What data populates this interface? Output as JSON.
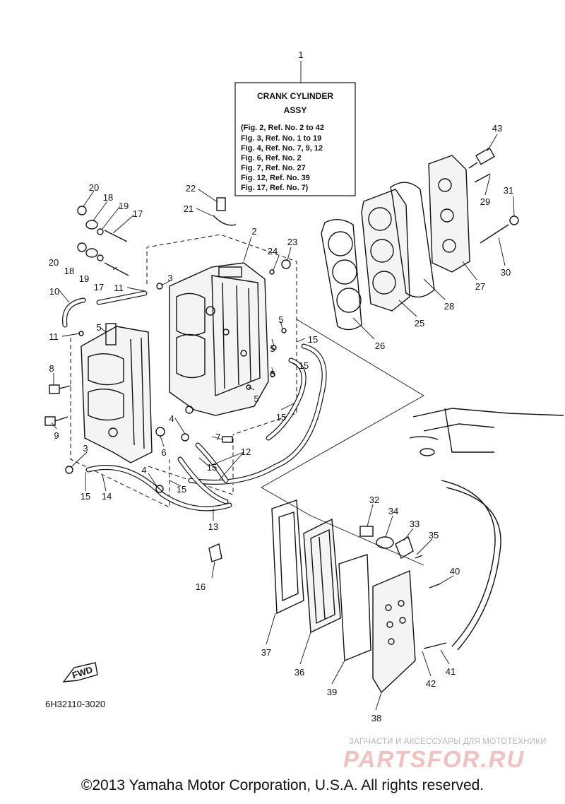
{
  "info_box": {
    "ref": "1",
    "title_line1": "CRANK CYLINDER",
    "title_line2": "ASSY",
    "lines": [
      "(Fig. 2, Ref. No. 2 to 42",
      "Fig. 3, Ref. No. 1 to 19",
      "Fig. 4, Ref. No. 7, 9, 12",
      "Fig. 6, Ref. No. 2",
      "Fig. 7, Ref. No. 27",
      "Fig. 12, Ref. No. 39",
      "Fig. 17, Ref. No. 7)"
    ]
  },
  "callouts": {
    "c43": "43",
    "c31": "31",
    "c29": "29",
    "c30": "30",
    "c27": "27",
    "c28": "28",
    "c25": "25",
    "c26": "26",
    "c22": "22",
    "c21": "21",
    "c2": "2",
    "c23": "23",
    "c24": "24",
    "c20a": "20",
    "c18a": "18",
    "c19a": "19",
    "c17a": "17",
    "c20b": "20",
    "c18b": "18",
    "c19b": "19",
    "c17b": "17",
    "c3a": "3",
    "c11a": "11",
    "c10": "10",
    "c11b": "11",
    "c5a": "5",
    "c5b": "5",
    "c5c": "5",
    "c5d": "5",
    "c5e": "5",
    "c15a": "15",
    "c15b": "15",
    "c15c": "15",
    "c8": "8",
    "c9": "9",
    "c4a": "4",
    "c7": "7",
    "c6": "6",
    "c12": "12",
    "c3b": "3",
    "c15d": "15",
    "c14": "14",
    "c4b": "4",
    "c15e": "15",
    "c15f": "15",
    "c13": "13",
    "c32": "32",
    "c34": "34",
    "c33": "33",
    "c35": "35",
    "c40": "40",
    "c16": "16",
    "c37": "37",
    "c36": "36",
    "c39": "39",
    "c42": "42",
    "c41": "41",
    "c38": "38"
  },
  "fwd_label": "FWD",
  "drawing_code": "6H32110-3020",
  "watermark": {
    "caption": "ЗАПЧАСТИ И АКСЕССУАРЫ ДЛЯ МОТОТЕХНИКИ",
    "logo": "PARTSFOR.RU"
  },
  "copyright": "©2013 Yamaha Motor Corporation, U.S.A. All rights reserved."
}
